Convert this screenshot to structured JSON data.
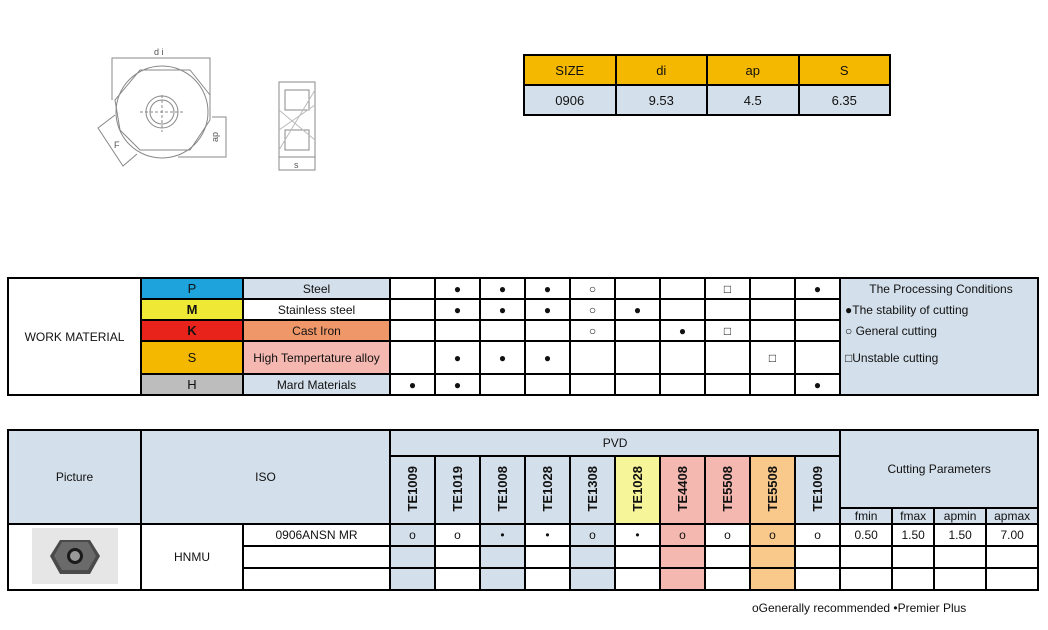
{
  "drawing": {
    "labels": {
      "di": "d i",
      "f": "F",
      "ap": "ap",
      "s": "s"
    }
  },
  "size_table": {
    "headers": [
      "SIZE",
      "di",
      "ap",
      "S"
    ],
    "row": [
      "0906",
      "9.53",
      "4.5",
      "6.35"
    ]
  },
  "work_material": {
    "label": "WORK MATERIAL",
    "rows": [
      {
        "code": "P",
        "name": "Steel",
        "code_color": "#1fa3dc",
        "name_color": "#d3dfea",
        "marks": [
          "",
          "●",
          "●",
          "●",
          "○",
          "",
          "",
          "□",
          "",
          "●"
        ]
      },
      {
        "code": "M",
        "name": "Stainless steel",
        "code_color": "#efe936",
        "name_color": "#ffffff",
        "marks": [
          "",
          "●",
          "●",
          "●",
          "○",
          "●",
          "",
          "",
          "",
          ""
        ]
      },
      {
        "code": "K",
        "name": "Cast Iron",
        "code_color": "#e8231c",
        "name_color": "#f0976a",
        "marks": [
          "",
          "",
          "",
          "",
          "○",
          "",
          "●",
          "□",
          "",
          ""
        ]
      },
      {
        "code": "S",
        "name": "High Tempertature alloy",
        "code_color": "#f5b800",
        "name_color": "#f4b8b0",
        "marks": [
          "",
          "●",
          "●",
          "●",
          "",
          "",
          "",
          "",
          "□",
          ""
        ]
      },
      {
        "code": "H",
        "name": "Mard Materials",
        "code_color": "#bdbdbd",
        "name_color": "#d3dfea",
        "marks": [
          "●",
          "●",
          "",
          "",
          "",
          "",
          "",
          "",
          "",
          "●"
        ]
      }
    ],
    "conditions": {
      "title": "The Processing Conditions",
      "items": [
        "●The stability of cutting",
        "○ General cutting",
        "□Unstable cutting"
      ]
    }
  },
  "grades_table": {
    "picture_label": "Picture",
    "iso_label": "ISO",
    "pvd_label": "PVD",
    "cutting_label": "Cutting Parameters",
    "grades": [
      "TE1009",
      "TE1019",
      "TE1008",
      "TE1028",
      "TE1308",
      "TE1028",
      "TE4408",
      "TE5508",
      "TE5508",
      "TE1009"
    ],
    "param_headers": [
      "fmin",
      "fmax",
      "apmin",
      "apmax"
    ],
    "iso": "HNMU",
    "designation": "0906ANSN MR",
    "marks": [
      "o",
      "o",
      "•",
      "•",
      "o",
      "•",
      "o",
      "o",
      "o",
      "o"
    ],
    "params": [
      "0.50",
      "1.50",
      "1.50",
      "7.00"
    ]
  },
  "legend": "oGenerally recommended  •Premier Plus"
}
